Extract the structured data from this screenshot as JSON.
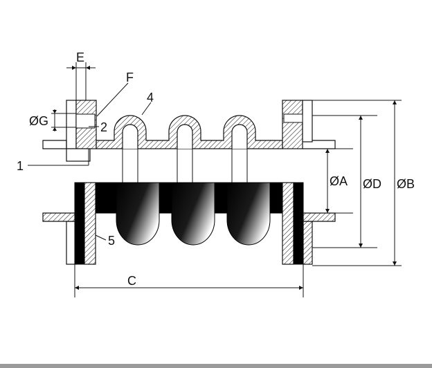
{
  "labels": {
    "e": "E",
    "f": "F",
    "g": "ØG",
    "one": "1",
    "two": "2",
    "four": "4",
    "five": "5",
    "a": "ØA",
    "d": "ØD",
    "b": "ØB",
    "c": "C"
  },
  "colors": {
    "line": "#111111",
    "solid": "#000000",
    "background": "#ffffff",
    "footer": "#9a9a9a"
  }
}
